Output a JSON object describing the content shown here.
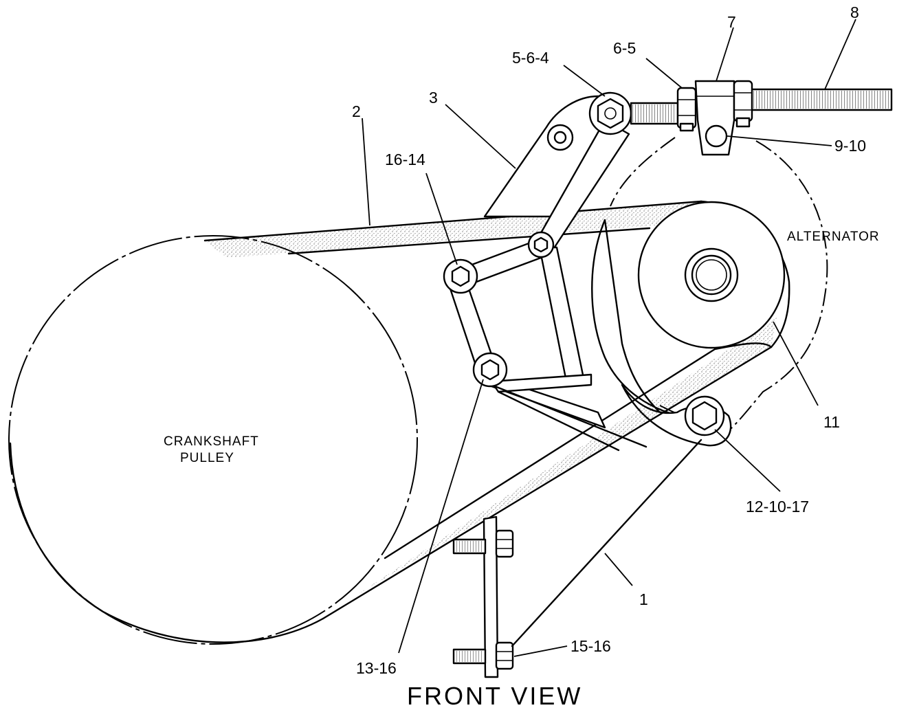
{
  "diagram": {
    "view_title": "FRONT VIEW",
    "labels": {
      "crankshaft_line1": "CRANKSHAFT",
      "crankshaft_line2": "PULLEY",
      "alternator": "ALTERNATOR"
    },
    "callouts": {
      "c1": "1",
      "c2": "2",
      "c3": "3",
      "c5_6_4": "5-6-4",
      "c6_5": "6-5",
      "c7": "7",
      "c8": "8",
      "c9_10": "9-10",
      "c11": "11",
      "c12_10_17": "12-10-17",
      "c13_16": "13-16",
      "c15_16": "15-16",
      "c16_14": "16-14"
    }
  }
}
